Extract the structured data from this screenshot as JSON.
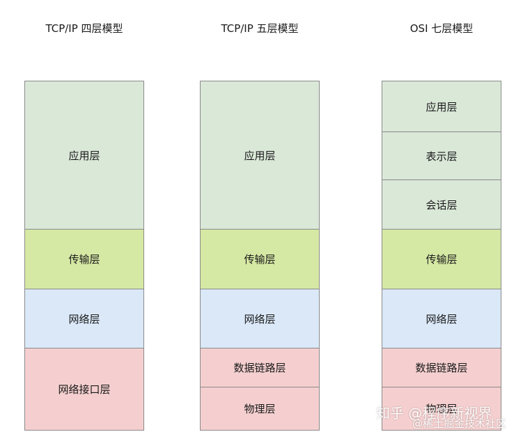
{
  "colors": {
    "application": "#dae8d8",
    "transport": "#d5e8a4",
    "network": "#dae8f8",
    "link": "#f5cfcf",
    "border": "#8a8a8a"
  },
  "models": [
    {
      "title": "TCP/IP 四层模型",
      "layers": [
        {
          "label": "应用层",
          "kind": "application"
        },
        {
          "label": "传输层",
          "kind": "transport"
        },
        {
          "label": "网络层",
          "kind": "network"
        },
        {
          "label": "网络接口层",
          "kind": "link"
        }
      ]
    },
    {
      "title": "TCP/IP 五层模型",
      "layers": [
        {
          "label": "应用层",
          "kind": "application"
        },
        {
          "label": "传输层",
          "kind": "transport"
        },
        {
          "label": "网络层",
          "kind": "network"
        },
        {
          "label": "数据链路层",
          "kind": "link"
        },
        {
          "label": "物理层",
          "kind": "link"
        }
      ]
    },
    {
      "title": "OSI 七层模型",
      "layers": [
        {
          "label": "应用层",
          "kind": "application"
        },
        {
          "label": "表示层",
          "kind": "application"
        },
        {
          "label": "会话层",
          "kind": "application"
        },
        {
          "label": "传输层",
          "kind": "transport"
        },
        {
          "label": "网络层",
          "kind": "network"
        },
        {
          "label": "数据链路层",
          "kind": "link"
        },
        {
          "label": "物理层",
          "kind": "link"
        }
      ]
    }
  ],
  "watermark": {
    "main": "知乎 @程序新视界",
    "sub": "@稀土掘金技术社区"
  }
}
